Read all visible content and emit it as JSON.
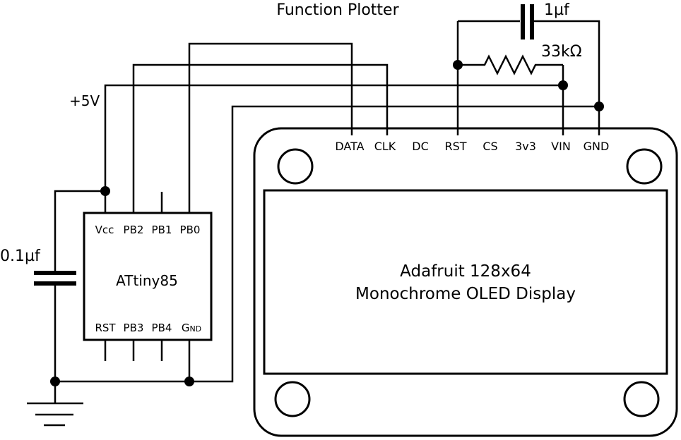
{
  "title": "Function Plotter",
  "supply_label": "+5V",
  "decoupling_cap": "0.1µf",
  "feedback_cap": "1µf",
  "feedback_resistor": "33kΩ",
  "mcu": {
    "name": "ATtiny85",
    "top_pins": [
      "Vcc",
      "PB2",
      "PB1",
      "PB0"
    ],
    "bottom_pins": [
      "RST",
      "PB3",
      "PB4"
    ],
    "gnd_pin": {
      "main": "G",
      "small": "ND"
    }
  },
  "display": {
    "line1": "Adafruit 128x64",
    "line2": "Monochrome OLED Display",
    "pins": [
      "DATA",
      "CLK",
      "DC",
      "RST",
      "CS",
      "3v3",
      "VIN",
      "GND"
    ]
  }
}
